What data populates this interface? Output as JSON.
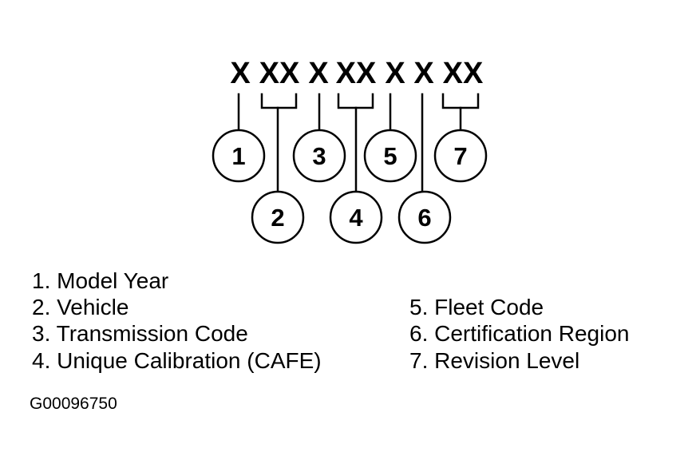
{
  "code": {
    "groups": [
      "X",
      "XX",
      "X",
      "XX",
      "X",
      "X",
      "XX"
    ]
  },
  "callouts": [
    "1",
    "2",
    "3",
    "4",
    "5",
    "6",
    "7"
  ],
  "legend": {
    "left": [
      "1. Model Year",
      "2. Vehicle",
      "3. Transmission Code",
      "4. Unique Calibration (CAFE)"
    ],
    "right": [
      "5. Fleet Code",
      "6. Certification Region",
      "7. Revision Level"
    ]
  },
  "figure_id": "G00096750",
  "colors": {
    "ink": "#000000",
    "background": "#ffffff"
  }
}
